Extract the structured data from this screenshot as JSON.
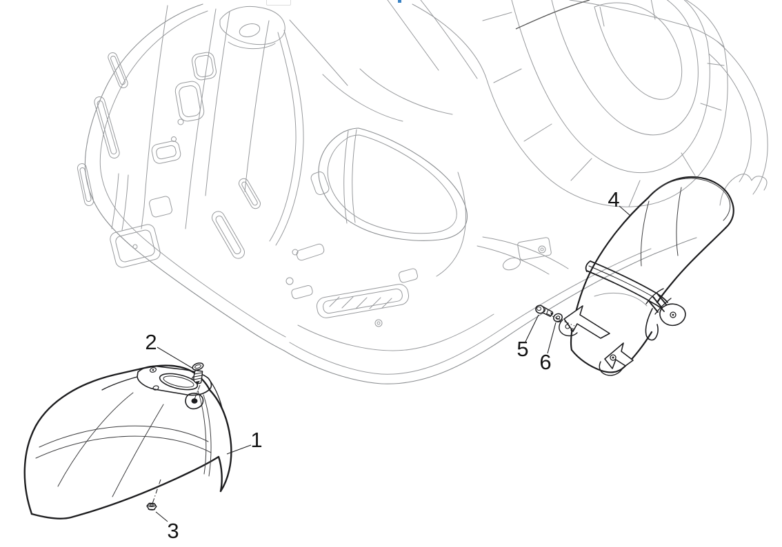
{
  "page": {
    "background": "#ffffff",
    "description": "Exploded-view parts diagram of a scooter front mudguard assembly with numbered callouts"
  },
  "top_edge": {
    "cropped_button": {
      "border_color": "#dcdcdc"
    },
    "cropped_blue_mark": {
      "color": "#3a82c4"
    }
  },
  "diagram": {
    "colors": {
      "part_outline": "#1d1d1f",
      "frame_wireframe": "#97999c",
      "detail_line": "#3c3c3e"
    },
    "callouts": [
      {
        "label": "1",
        "part": "front-mudguard"
      },
      {
        "label": "2",
        "part": "mudguard-screw"
      },
      {
        "label": "3",
        "part": "mudguard-nut"
      },
      {
        "label": "4",
        "part": "mudguard-rear-section"
      },
      {
        "label": "5",
        "part": "rear-section-screw"
      },
      {
        "label": "6",
        "part": "rear-section-washer"
      }
    ]
  }
}
